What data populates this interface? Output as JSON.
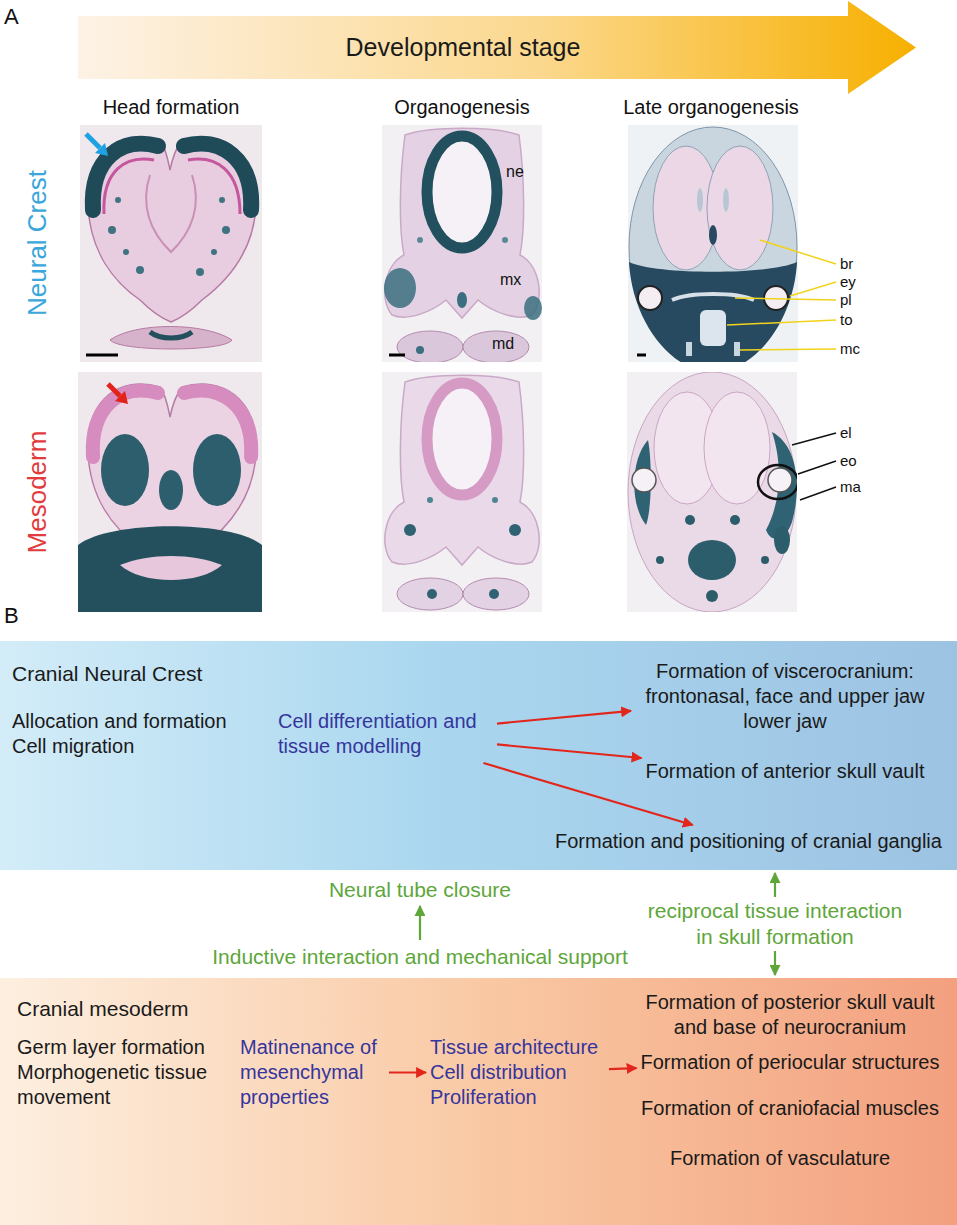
{
  "diagram": {
    "nodes": [
      {
        "text": [
          "Developmental stage"
        ]
      },
      {
        "text": [
          "Cranial Neural Crest"
        ]
      },
      {
        "text": [
          "Allocation and formation Cell migration"
        ],
        "in": 1
      },
      {
        "text": [
          "Cell differentiation and tissue modelling"
        ],
        "in": 1
      },
      {
        "text": [
          "Formation of viscerocranium: frontonasal, face and upper jaw lower jaw"
        ],
        "in": 1
      },
      {
        "text": [
          "Formation of anterior skull vault"
        ],
        "in": 1
      },
      {
        "text": [
          "Formation and positioning of cranial ganglia"
        ],
        "in": 1
      },
      {
        "text": [
          "Neural tube closure"
        ]
      },
      {
        "text": [
          "Inductive interaction and mechanical support"
        ]
      },
      {
        "text": [
          "Cranial mesoderm"
        ]
      },
      {
        "text": [
          "Germ layer formation Morphogenetic tissue movement"
        ],
        "in": 9
      },
      {
        "text": [
          "Matinenance of mesenchymal properties"
        ],
        "in": 9
      },
      {
        "text": [
          "Tissue architecture Cell distribution Proliferation"
        ],
        "in": 9
      },
      {
        "text": [
          "Formation of posterior skull vault and base of neurocranium"
        ],
        "in": 9
      },
      {
        "text": [
          "Formation of periocular structures"
        ],
        "in": 9
      },
      {
        "text": [
          "Formation of craniofacial muscles"
        ],
        "in": 9
      },
      {
        "text": [
          "Formation of vasculature"
        ],
        "in": 9
      }
    ],
    "edges": [
      {
        "from": 3,
        "to": 4,
        "arrow": "to"
      },
      {
        "from": 3,
        "to": 5,
        "arrow": "to"
      },
      {
        "from": 3,
        "to": 6,
        "arrow": "to"
      },
      {
        "from": 8,
        "to": 7,
        "arrow": "to"
      },
      {
        "from": 1,
        "to": 9,
        "label": "reciprocal tissue interaction in skull formation",
        "arrow": "both"
      },
      {
        "from": 11,
        "to": 12,
        "arrow": "to"
      },
      {
        "from": 12,
        "to": 14,
        "arrow": "to"
      }
    ],
    "labels": [
      "A",
      "Head formation",
      "Organogenesis",
      "Late organogenesis",
      "Neural Crest",
      "Mesoderm",
      "ne",
      "mx",
      "md",
      "br",
      "ey",
      "pl",
      "to",
      "mc",
      "el",
      "eo",
      "ma",
      "B"
    ]
  }
}
